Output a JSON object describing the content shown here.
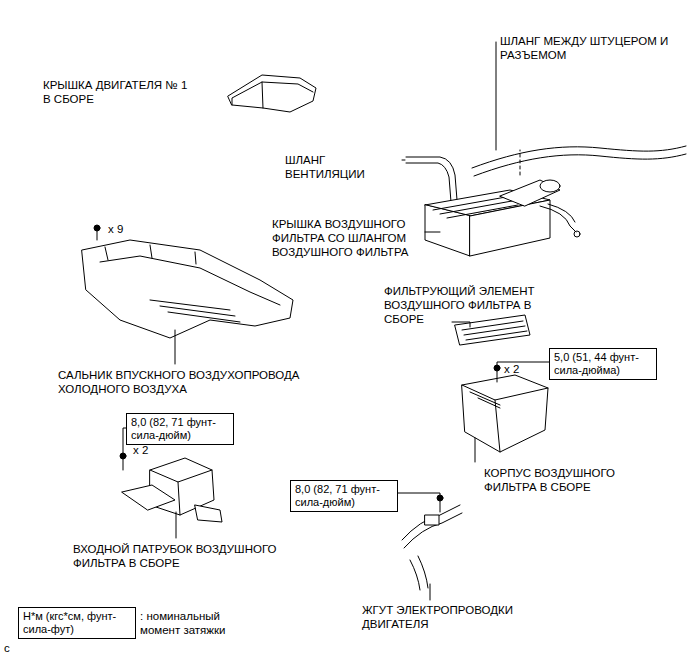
{
  "diagram": {
    "nodes": [
      {
        "text": [
          "5,0 (51, 44 фунт-сила-дюйма)"
        ]
      },
      {
        "text": [
          "8,0 (82, 71 фунт-сила-дюйм)"
        ]
      },
      {
        "text": [
          "8,0 (82, 71 фунт-сила-дюйм)"
        ]
      },
      {
        "text": [
          "Н*м (кгс*см, фунт-сила-фут)"
        ]
      }
    ],
    "labels": [
      "КРЫШКА ДВИГАТЕЛЯ № 1 В СБОРЕ",
      "ШЛАНГ МЕЖДУ ШТУЦЕРОМ И РАЗЪЕМОМ",
      "ШЛАНГ ВЕНТИЛЯЦИИ",
      "КРЫШКА ВОЗДУШНОГО ФИЛЬТРА СО ШЛАНГОМ ВОЗДУШНОГО ФИЛЬТРА",
      "x 9",
      "ФИЛЬТРУЮЩИЙ ЭЛЕМЕНТ ВОЗДУШНОГО ФИЛЬТРА В СБОРЕ",
      "x 2",
      "САЛЬНИК ВПУСКНОГО ВОЗДУХОПРОВОДА ХОЛОДНОГО ВОЗДУХА",
      "x 2",
      "КОРПУС ВОЗДУШНОГО ФИЛЬТРА В СБОРЕ",
      "ВХОДНОЙ ПАТРУБОК ВОЗДУШНОГО ФИЛЬТРА В СБОРЕ",
      "ЖГУТ ЭЛЕКТРОПРОВОДКИ ДВИГАТЕЛЯ",
      ": номинальный момент затяжки",
      "c"
    ]
  }
}
